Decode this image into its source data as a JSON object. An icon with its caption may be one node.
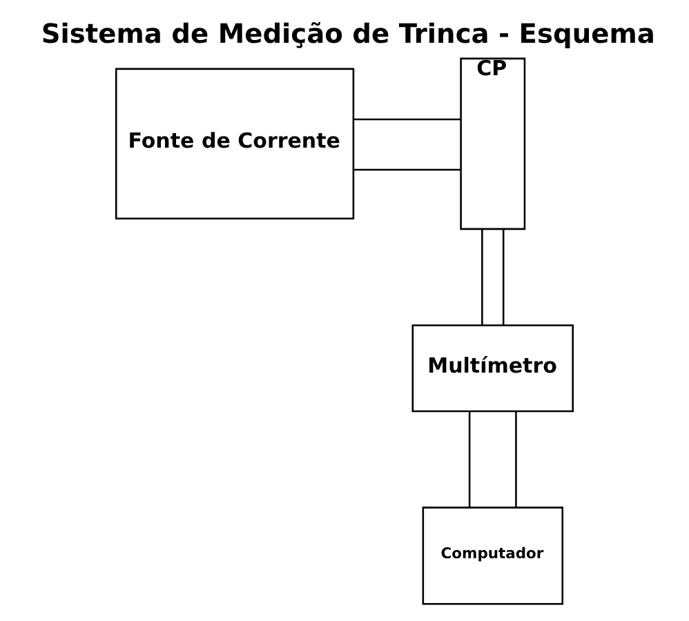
{
  "diagram": {
    "title": "Sistema de Medição de Trinca - Esquema",
    "nodes": [
      {
        "text": [
          "Fonte de Corrente"
        ]
      },
      {
        "text": [
          "CP"
        ]
      },
      {
        "text": [
          "Multímetro"
        ]
      },
      {
        "text": [
          "Computador"
        ]
      }
    ],
    "edges": [
      {
        "from": 0,
        "to": 1,
        "arrow": "none"
      },
      {
        "from": 0,
        "to": 1,
        "arrow": "none"
      },
      {
        "from": 1,
        "to": 2,
        "arrow": "none"
      },
      {
        "from": 1,
        "to": 2,
        "arrow": "none"
      },
      {
        "from": 2,
        "to": 3,
        "arrow": "none"
      },
      {
        "from": 2,
        "to": 3,
        "arrow": "none"
      }
    ]
  }
}
